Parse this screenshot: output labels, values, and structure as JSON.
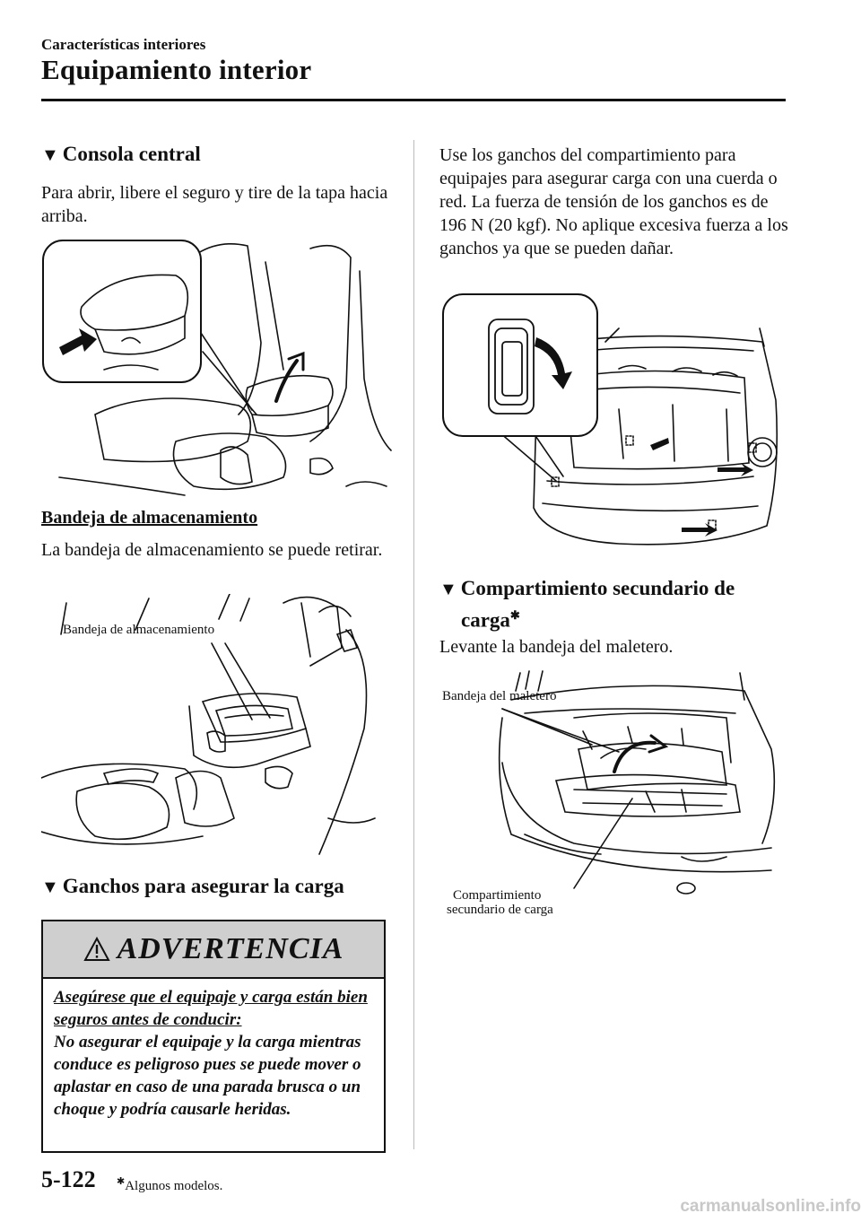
{
  "header": {
    "breadcrumb": "Características interiores",
    "title": "Equipamiento interior"
  },
  "left": {
    "consola": {
      "heading": "Consola central",
      "text": "Para abrir, libere el seguro y tire de la tapa hacia arriba."
    },
    "bandeja": {
      "heading": "Bandeja de almacenamiento",
      "text": "La bandeja de almacenamiento se puede retirar.",
      "figure_label": "Bandeja de almacenamiento"
    },
    "ganchos": {
      "heading": "Ganchos para asegurar la carga"
    },
    "warning": {
      "title": "ADVERTENCIA",
      "emphasis": "Asegúrese que el equipaje y carga están bien seguros antes de conducir:",
      "text": "No asegurar el equipaje y la carga mientras conduce es peligroso pues se puede mover o aplastar en caso de una parada brusca o un choque y podría causarle heridas."
    }
  },
  "right": {
    "ganchos_text": "Use los ganchos del compartimiento para equipajes para asegurar carga con una cuerda o red. La fuerza de tensión de los ganchos es de 196 N (20 kgf). No aplique excesiva fuerza a los ganchos ya que se pueden dañar.",
    "secundario": {
      "heading_line1": "Compartimiento secundario de",
      "heading_line2": "carga",
      "star": "✱",
      "text": "Levante la bandeja del maletero.",
      "label_top": "Bandeja del maletero",
      "label_bottom_1": "Compartimiento",
      "label_bottom_2": "secundario de carga"
    }
  },
  "footer": {
    "page_number": "5-122",
    "star": "✱",
    "footnote": "Algunos modelos.",
    "watermark": "carmanualsonline.info"
  }
}
